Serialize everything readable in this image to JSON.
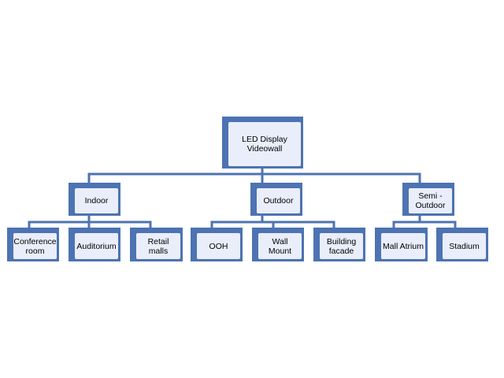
{
  "diagram": {
    "root": {
      "label": "LED Display\nVideowall"
    },
    "categories": [
      {
        "label": "Indoor",
        "children": [
          "Conference\nroom",
          "Auditorium",
          "Retail malls"
        ]
      },
      {
        "label": "Outdoor",
        "children": [
          "OOH",
          "Wall Mount",
          "Building\nfacade"
        ]
      },
      {
        "label": "Semi -\nOutdoor",
        "children": [
          "Mall Atrium",
          "Stadium"
        ]
      }
    ]
  },
  "colors": {
    "node_border": "#4d73b3",
    "node_fill": "#eaeefa",
    "connector": "#4d73b3"
  }
}
